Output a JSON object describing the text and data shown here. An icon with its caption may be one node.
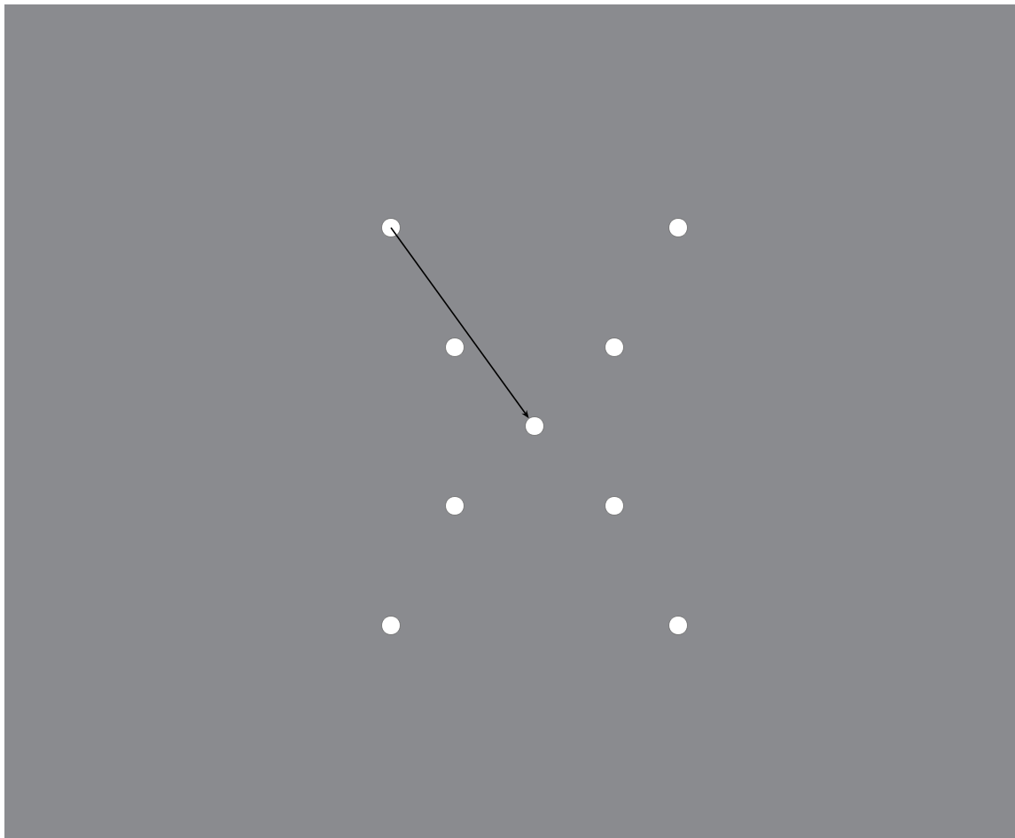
{
  "diagram": {
    "nodes": [
      {
        "text": [],
        "shape": "circle"
      },
      {
        "text": [],
        "shape": "circle"
      },
      {
        "text": [],
        "shape": "circle"
      },
      {
        "text": [],
        "shape": "circle"
      },
      {
        "text": [],
        "shape": "circle"
      },
      {
        "text": [],
        "shape": "circle"
      },
      {
        "text": [],
        "shape": "circle"
      },
      {
        "text": [],
        "shape": "circle"
      },
      {
        "text": [],
        "shape": "circle"
      }
    ],
    "edges": [
      {
        "from": 0,
        "to": 4,
        "arrow": "to"
      }
    ]
  }
}
